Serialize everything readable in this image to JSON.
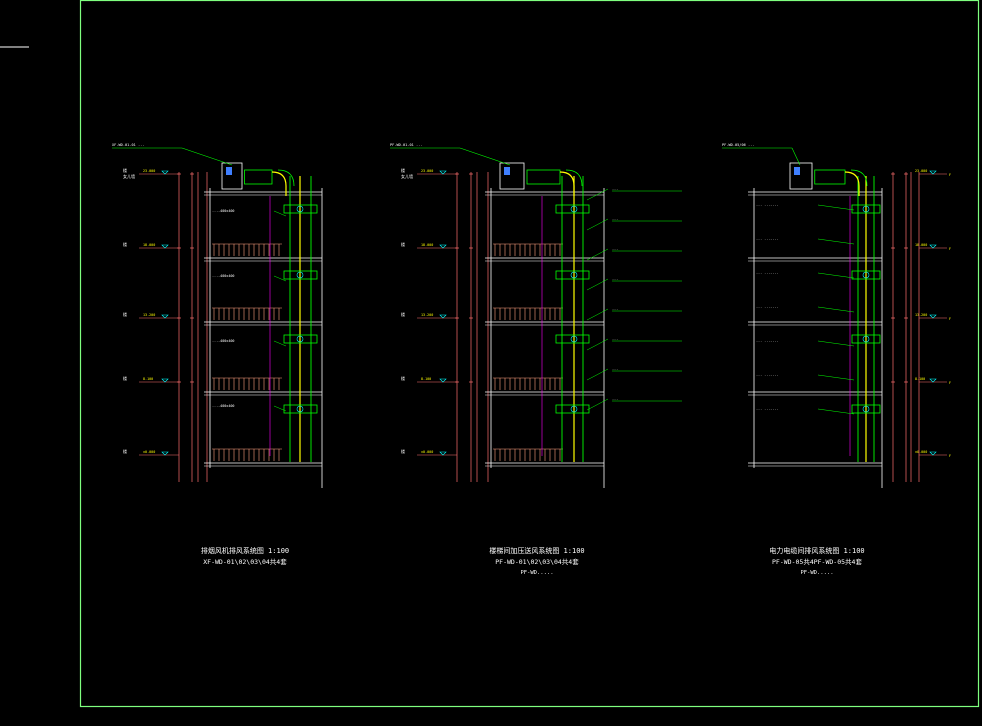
{
  "colors": {
    "background": "#000000",
    "frame": "#7fff7f",
    "structure": "#ffffff",
    "grid": "#ff6f6f",
    "duct": "#00ff00",
    "dimension": "#ff00ff",
    "leader": "#00ff00",
    "hatch": "#ff9f7f",
    "yellow": "#ffff00",
    "cyan": "#00ffff",
    "blue": "#3f7fff"
  },
  "drawings": [
    {
      "id": "d1",
      "top_tag": "XF-WD-01-01 ...",
      "roof_label": "女儿墙",
      "levels": [
        "23.000",
        "18.000",
        "13.200",
        "8.100",
        "±0.000"
      ],
      "floor_annotations": [
        "...-400x400",
        "...-400x400",
        "...-400x400",
        "...-400x400"
      ],
      "title": "排烟风机排风系统图  1:100",
      "subtitle": "XF-WD-01\\02\\03\\04共4套"
    },
    {
      "id": "d2",
      "top_tag": "PF-WD-01-01 ...",
      "roof_label": "女儿墙",
      "levels": [
        "23.000",
        "18.000",
        "13.200",
        "8.100",
        "±0.000"
      ],
      "floor_annotations": [
        "...",
        "...",
        "...",
        "...",
        "...",
        "...",
        "...",
        "..."
      ],
      "title": "楼梯间加压送风系统图  1:100",
      "subtitle": "PF-WD-01\\02\\03\\04共4套",
      "subtitle2": "PF-WD....."
    },
    {
      "id": "d3",
      "top_tag": "PF-WD-05/06 ...",
      "roof_label": "",
      "levels": [
        "23.000",
        "18.000",
        "13.200",
        "8.100",
        "±0.000"
      ],
      "floor_annotations": [
        "... ...-...",
        "... ...-...",
        "... ...-...",
        "... ...-...",
        "... ...-...",
        "... ...-...",
        "... ...-..."
      ],
      "title": "电力电缆间排风系统图  1:100",
      "subtitle": "PF-WD-05共4PF-WD-05共4套",
      "subtitle2": "PF-WD....."
    }
  ]
}
